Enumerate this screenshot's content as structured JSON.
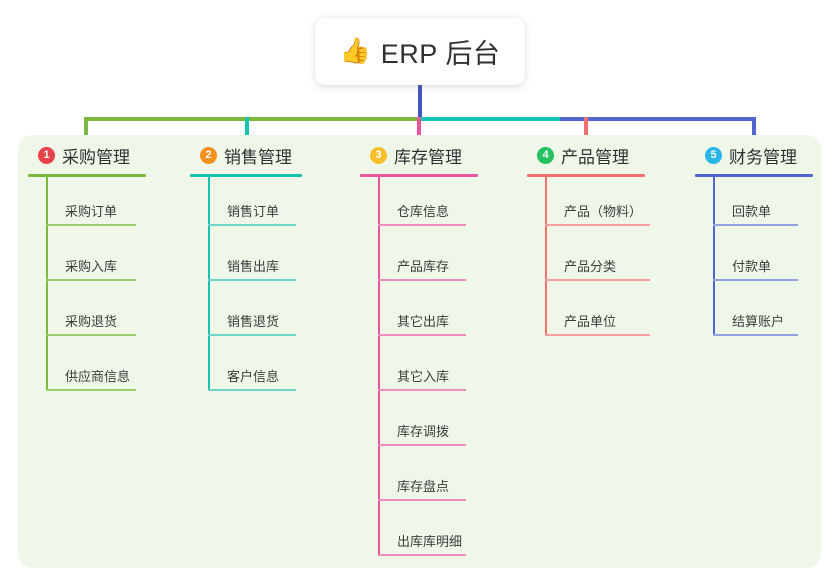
{
  "root": {
    "emoji": "👍",
    "emoji_name": "thumbs-up-icon",
    "title": "ERP 后台"
  },
  "palette": {
    "panel_bg": "#eef7e8",
    "trunk": "#4257b8",
    "bar_green": "#7cb93f",
    "bar_teal": "#12c3b2",
    "bar_blue": "#5167cf",
    "bar_pink": "#e8559e",
    "bar_red": "#f4706f"
  },
  "columns": [
    {
      "number": "1",
      "title": "采购管理",
      "badge_color": "#e8414a",
      "line_color": "#7cb93f",
      "line_soft": "#9dc96e",
      "items": [
        "采购订单",
        "采购入库",
        "采购退货",
        "供应商信息"
      ]
    },
    {
      "number": "2",
      "title": "销售管理",
      "badge_color": "#f5901e",
      "line_color": "#12c3b2",
      "line_soft": "#6fd3c9",
      "items": [
        "销售订单",
        "销售出库",
        "销售退货",
        "客户信息"
      ]
    },
    {
      "number": "3",
      "title": "库存管理",
      "badge_color": "#f7c02a",
      "line_color": "#e8559e",
      "line_soft": "#ef8dbe",
      "items": [
        "仓库信息",
        "产品库存",
        "其它出库",
        "其它入库",
        "库存调拨",
        "库存盘点",
        "出库库明细"
      ]
    },
    {
      "number": "4",
      "title": "产品管理",
      "badge_color": "#26c160",
      "line_color": "#f4706f",
      "line_soft": "#f7a0a0",
      "items": [
        "产品（物料）",
        "产品分类",
        "产品单位"
      ]
    },
    {
      "number": "5",
      "title": "财务管理",
      "badge_color": "#29b6e8",
      "line_color": "#5167cf",
      "line_soft": "#93a4e0",
      "items": [
        "回款单",
        "付款单",
        "结算账户"
      ]
    }
  ]
}
